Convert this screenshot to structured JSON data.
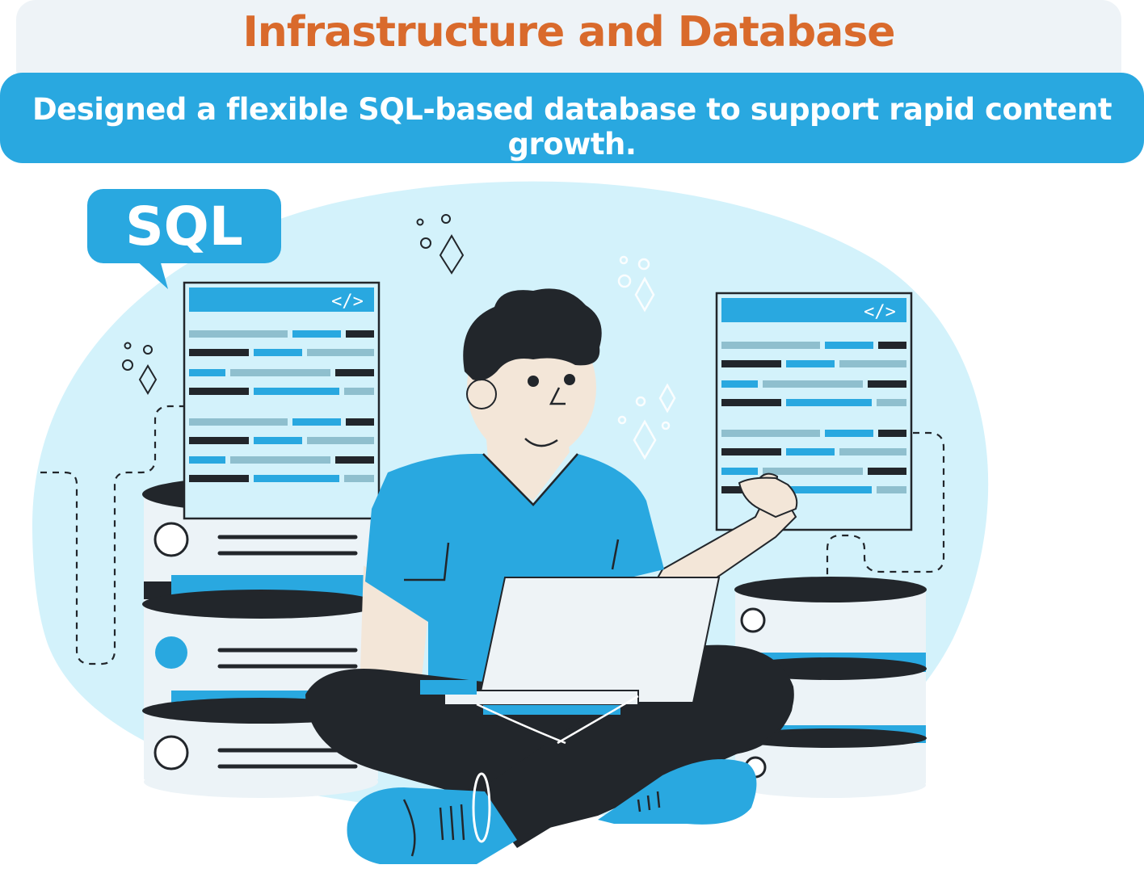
{
  "header": {
    "title": "Infrastructure and Database",
    "subtitle": "Designed a flexible SQL-based database to support rapid content growth."
  },
  "illustration": {
    "speech_bubble_text": "SQL",
    "code_tag": "</>"
  },
  "colors": {
    "title": "#d96a2c",
    "accent_blue": "#29a8e0",
    "blob": "#d3f2fb",
    "dark": "#22262b",
    "skin": "#f3e6d8",
    "muted_bar": "#8fbfce",
    "laptop": "#eef3f6"
  },
  "icons": [
    "code-icon",
    "speech-bubble-icon",
    "database-server-icon",
    "laptop-icon",
    "sparkle-icon"
  ]
}
